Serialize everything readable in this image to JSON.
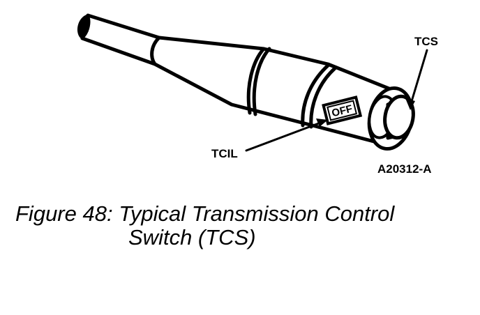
{
  "figure": {
    "switch_text": "OFF",
    "labels": {
      "tcs": "TCS",
      "tcil": "TCIL",
      "part_number": "A20312-A"
    },
    "caption": {
      "line1": "Figure 48: Typical Transmission Control",
      "line2": "Switch (TCS)"
    }
  }
}
